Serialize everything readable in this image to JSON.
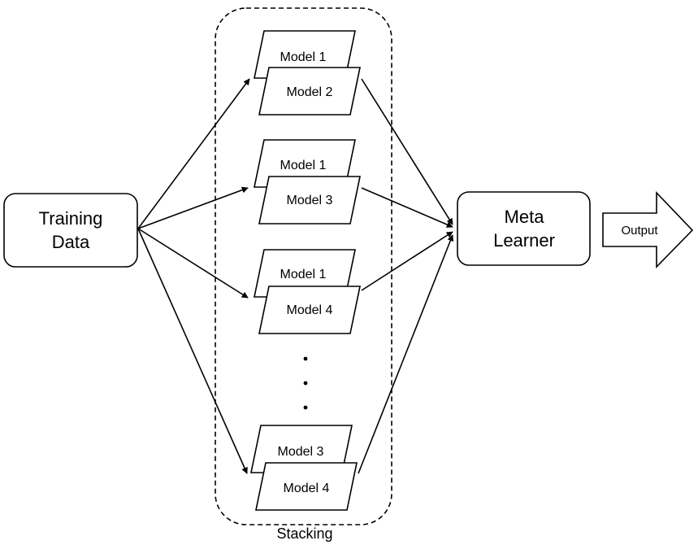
{
  "input": {
    "line1": "Training",
    "line2": "Data"
  },
  "group_label": "Stacking",
  "model_pairs": [
    {
      "back": "Model 1",
      "front": "Model 2"
    },
    {
      "back": "Model 1",
      "front": "Model 3"
    },
    {
      "back": "Model 1",
      "front": "Model 4"
    },
    {
      "back": "Model 3",
      "front": "Model 4"
    }
  ],
  "meta": {
    "line1": "Meta",
    "line2": "Learner"
  },
  "output_label": "Output",
  "colors": {
    "stroke": "#000000",
    "fill": "#ffffff"
  }
}
